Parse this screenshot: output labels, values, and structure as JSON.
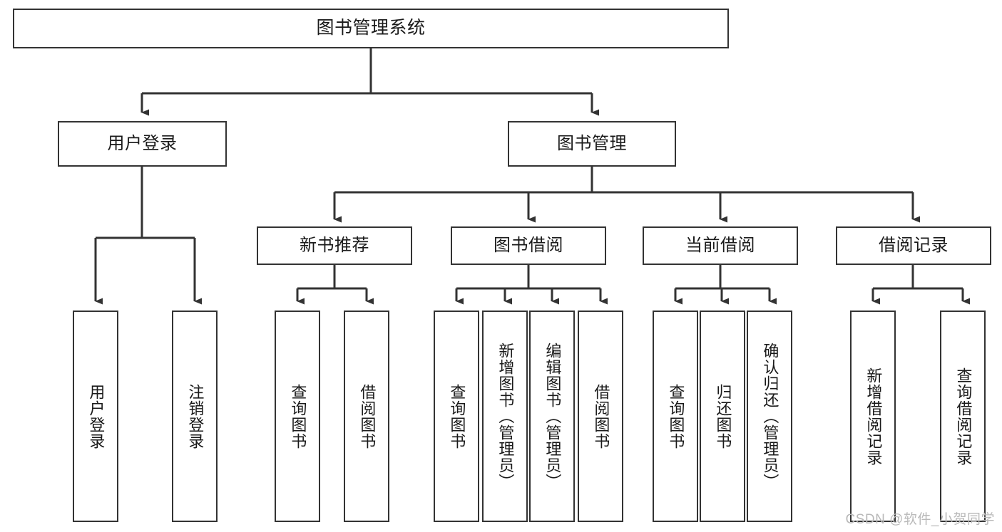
{
  "diagram": {
    "title": "图书管理系统",
    "type": "tree",
    "watermark": "CSDN @软件_小贺同学",
    "colors": {
      "node_border": "#333333",
      "node_fill": "#ffffff",
      "edge": "#333333",
      "text": "#1a1a1a",
      "watermark": "#b9b9b9"
    },
    "nodes": {
      "root": {
        "label": "图书管理系统"
      },
      "level2": [
        {
          "label": "用户登录"
        },
        {
          "label": "图书管理"
        }
      ],
      "level3": [
        {
          "label": "新书推荐"
        },
        {
          "label": "图书借阅"
        },
        {
          "label": "当前借阅"
        },
        {
          "label": "借阅记录"
        }
      ],
      "leaves": {
        "user_login": [
          {
            "label": "用户登录"
          },
          {
            "label": "注销登录"
          }
        ],
        "new_book": [
          {
            "label": "查询图书"
          },
          {
            "label": "借阅图书"
          }
        ],
        "book_borrow": [
          {
            "label": "查询图书"
          },
          {
            "label": "新增图书（管理员）"
          },
          {
            "label": "编辑图书（管理员）"
          },
          {
            "label": "借阅图书"
          }
        ],
        "current_borrow": [
          {
            "label": "查询图书"
          },
          {
            "label": "归还图书"
          },
          {
            "label": "确认归还（管理员）"
          }
        ],
        "borrow_record": [
          {
            "label": "新增借阅记录"
          },
          {
            "label": "查询借阅记录"
          }
        ]
      }
    }
  }
}
